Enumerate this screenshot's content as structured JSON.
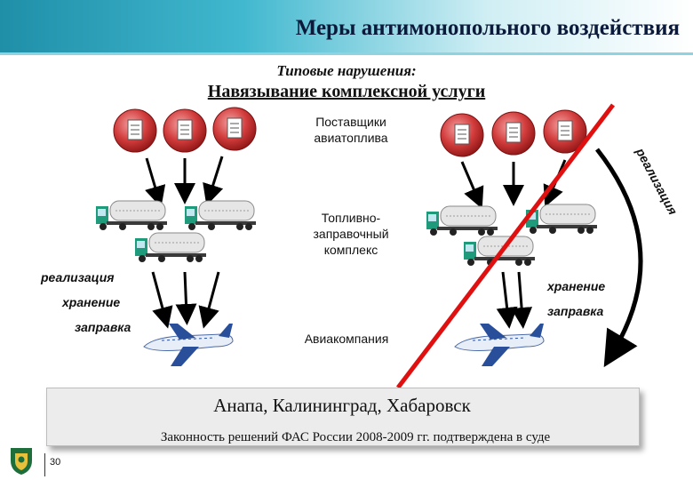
{
  "header": {
    "title": "Меры антимонопольного воздействия"
  },
  "subtitle": {
    "kicker": "Типовые нарушения:",
    "topic": "Навязывание комплексной услуги"
  },
  "diagram": {
    "suppliers_label_1": "Поставщики",
    "suppliers_label_2": "авиатоплива",
    "fuel_complex_1": "Топливно-",
    "fuel_complex_2": "заправочный",
    "fuel_complex_3": "комплекс",
    "airline_label": "Авиакомпания",
    "left_services": [
      "реализация",
      "хранение",
      "заправка"
    ],
    "right_services": [
      "хранение",
      "заправка"
    ],
    "curved_label": "реализация"
  },
  "footer": {
    "cities": "Анапа, Калининград, Хабаровск",
    "legal_note": "Законность решений ФАС России 2008-2009 гг. подтверждена в суде",
    "page_number": "30"
  },
  "colors": {
    "header_start": "#1f8fa8",
    "supplier_red": "#c83232",
    "truck_green": "#2a8a5a",
    "cross_red": "#e01010"
  }
}
